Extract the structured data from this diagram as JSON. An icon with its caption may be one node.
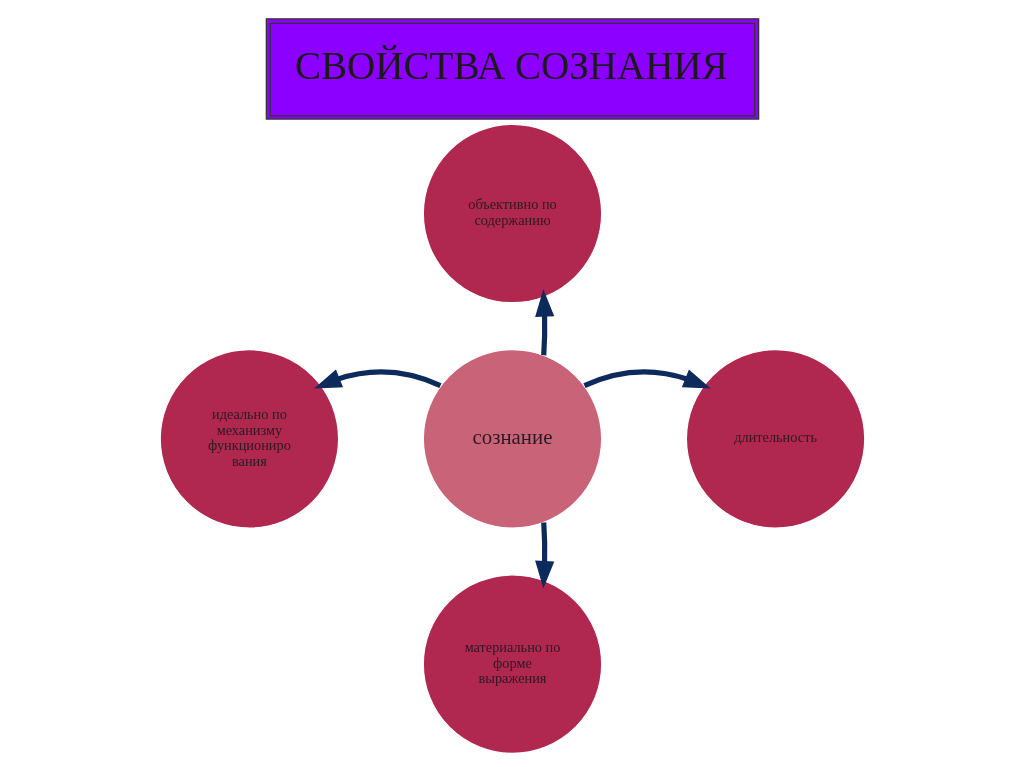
{
  "diagram": {
    "title": "СВОЙСТВА СОЗНАНИЯ",
    "nodes": [
      {
        "text": [
          "объективно по содержанию"
        ]
      },
      {
        "text": [
          "идеально по механизму функциониро вания"
        ]
      },
      {
        "text": [
          "сознание"
        ]
      },
      {
        "text": [
          "длительность"
        ]
      },
      {
        "text": [
          "материально по форме выражения"
        ]
      }
    ],
    "edges": [
      {
        "from": 2,
        "to": 0,
        "arrow": "to"
      },
      {
        "from": 2,
        "to": 1,
        "arrow": "to"
      },
      {
        "from": 2,
        "to": 3,
        "arrow": "to"
      },
      {
        "from": 2,
        "to": 4,
        "arrow": "to"
      }
    ]
  }
}
